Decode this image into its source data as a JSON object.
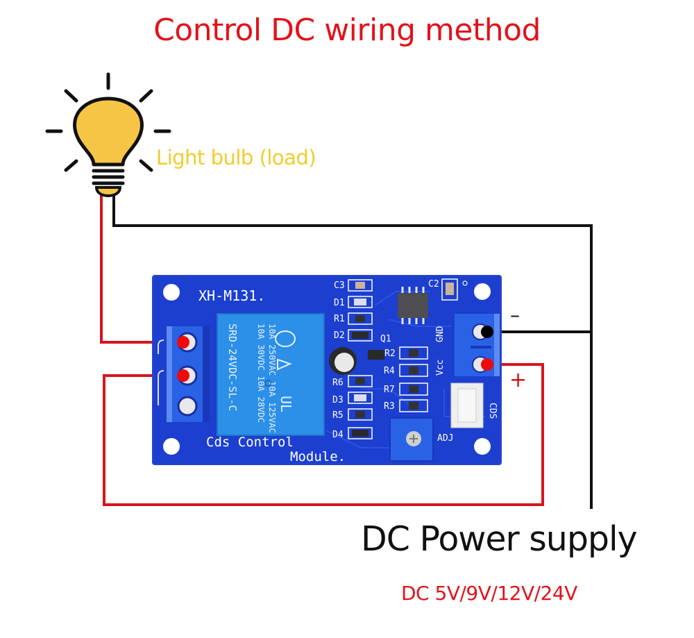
{
  "title": "Control DC wiring method",
  "load": {
    "label": "Light bulb (load)",
    "icon": "light-bulb-icon",
    "bulb_color": "#f7c546"
  },
  "module": {
    "model": "XH-M131.",
    "name_line1": "Cds Control",
    "name_line2": "Module.",
    "board_color": "#1c3fd0",
    "relay": {
      "line1": "10A 250VAC 10A 125VAC",
      "line2": "10A 30VDC 10A 28VDC",
      "line3": "SRD-24VDC-SL-C",
      "cert_mark": "CQC",
      "color": "#2c8fe8"
    },
    "components_left": [
      "C3",
      "D1",
      "R1",
      "D2",
      "R6",
      "D3",
      "R5",
      "D4"
    ],
    "components_right": [
      "R2",
      "R4",
      "R7",
      "R3"
    ],
    "q_label": "Q1",
    "c2_label": "C2",
    "power_pins": [
      "GND",
      "Vcc"
    ],
    "sensor_port": "CDS",
    "pot_label": "ADJ"
  },
  "power_supply": {
    "label": "DC Power supply",
    "voltages": "DC 5V/9V/12V/24V",
    "minus_label": "–",
    "plus_label": "+"
  },
  "colors": {
    "title_red": "#e3121b",
    "wire_red": "#d8141c",
    "wire_black": "#111111",
    "label_yellow": "#f2cc2b",
    "terminal_blue": "#2a62e6"
  }
}
